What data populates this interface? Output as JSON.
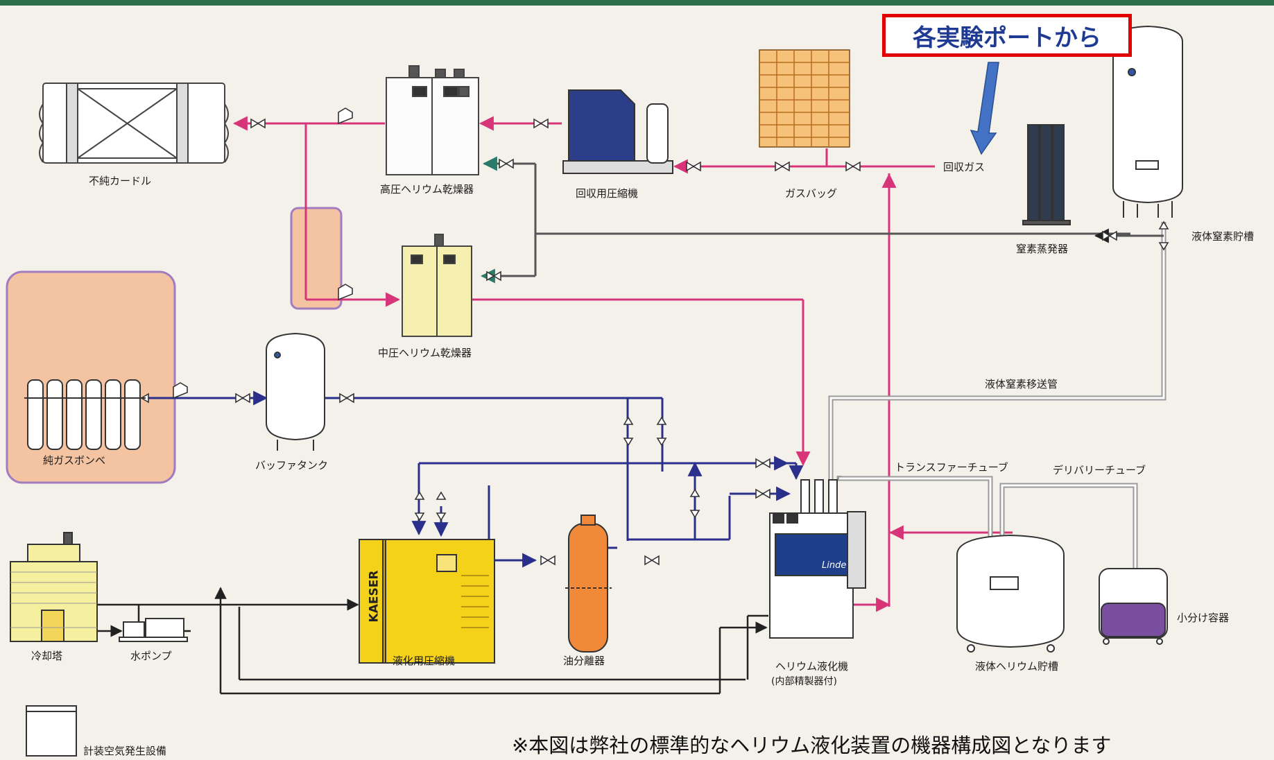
{
  "callout": {
    "text": "各実験ポートから"
  },
  "labels": {
    "impure_curdle": "不純カードル",
    "hp_dryer": "高圧ヘリウム乾燥器",
    "recovery_compressor": "回収用圧縮機",
    "gas_bag": "ガスバッグ",
    "recovered_gas": "回収ガス",
    "n2_evaporator": "窒素蒸発器",
    "ln2_tank": "液体窒素貯槽",
    "mp_dryer": "中圧ヘリウム乾燥器",
    "pure_gas_cylinder": "純ガスボンベ",
    "buffer_tank": "バッファタンク",
    "ln2_transfer_line": "液体窒素移送管",
    "transfer_tube": "トランスファーチューブ",
    "delivery_tube": "デリバリーチューブ",
    "cooling_tower": "冷却塔",
    "water_pump": "水ポンプ",
    "liquefier_compressor": "液化用圧縮機",
    "oil_separator": "油分離器",
    "he_liquefier": "ヘリウム液化機",
    "he_liquefier_note": "(内部精製器付)",
    "lhe_tank": "液体ヘリウム貯槽",
    "dewar": "小分け容器",
    "instrument_air": "計装空気発生設備"
  },
  "equipment_text": {
    "kaeser": "KAESER",
    "linde": "Linde"
  },
  "footnote": "※本図は弊社の標準的なヘリウム液化装置の機器構成図となります",
  "colors": {
    "pink_line": "#d8347a",
    "blue_line": "#2a2f8c",
    "black_line": "#222222",
    "grey_pipe": "#9a9a9a",
    "highlight_fill": "#f4c4a2",
    "highlight_border": "#a17cc0",
    "callout_border": "#e00000",
    "callout_text": "#1f3a93",
    "compressor_yellow": "#f4d21a",
    "oil_orange": "#f08a3a",
    "dryer_cream": "#f5f0b0",
    "header_green": "#2f6e4a"
  }
}
